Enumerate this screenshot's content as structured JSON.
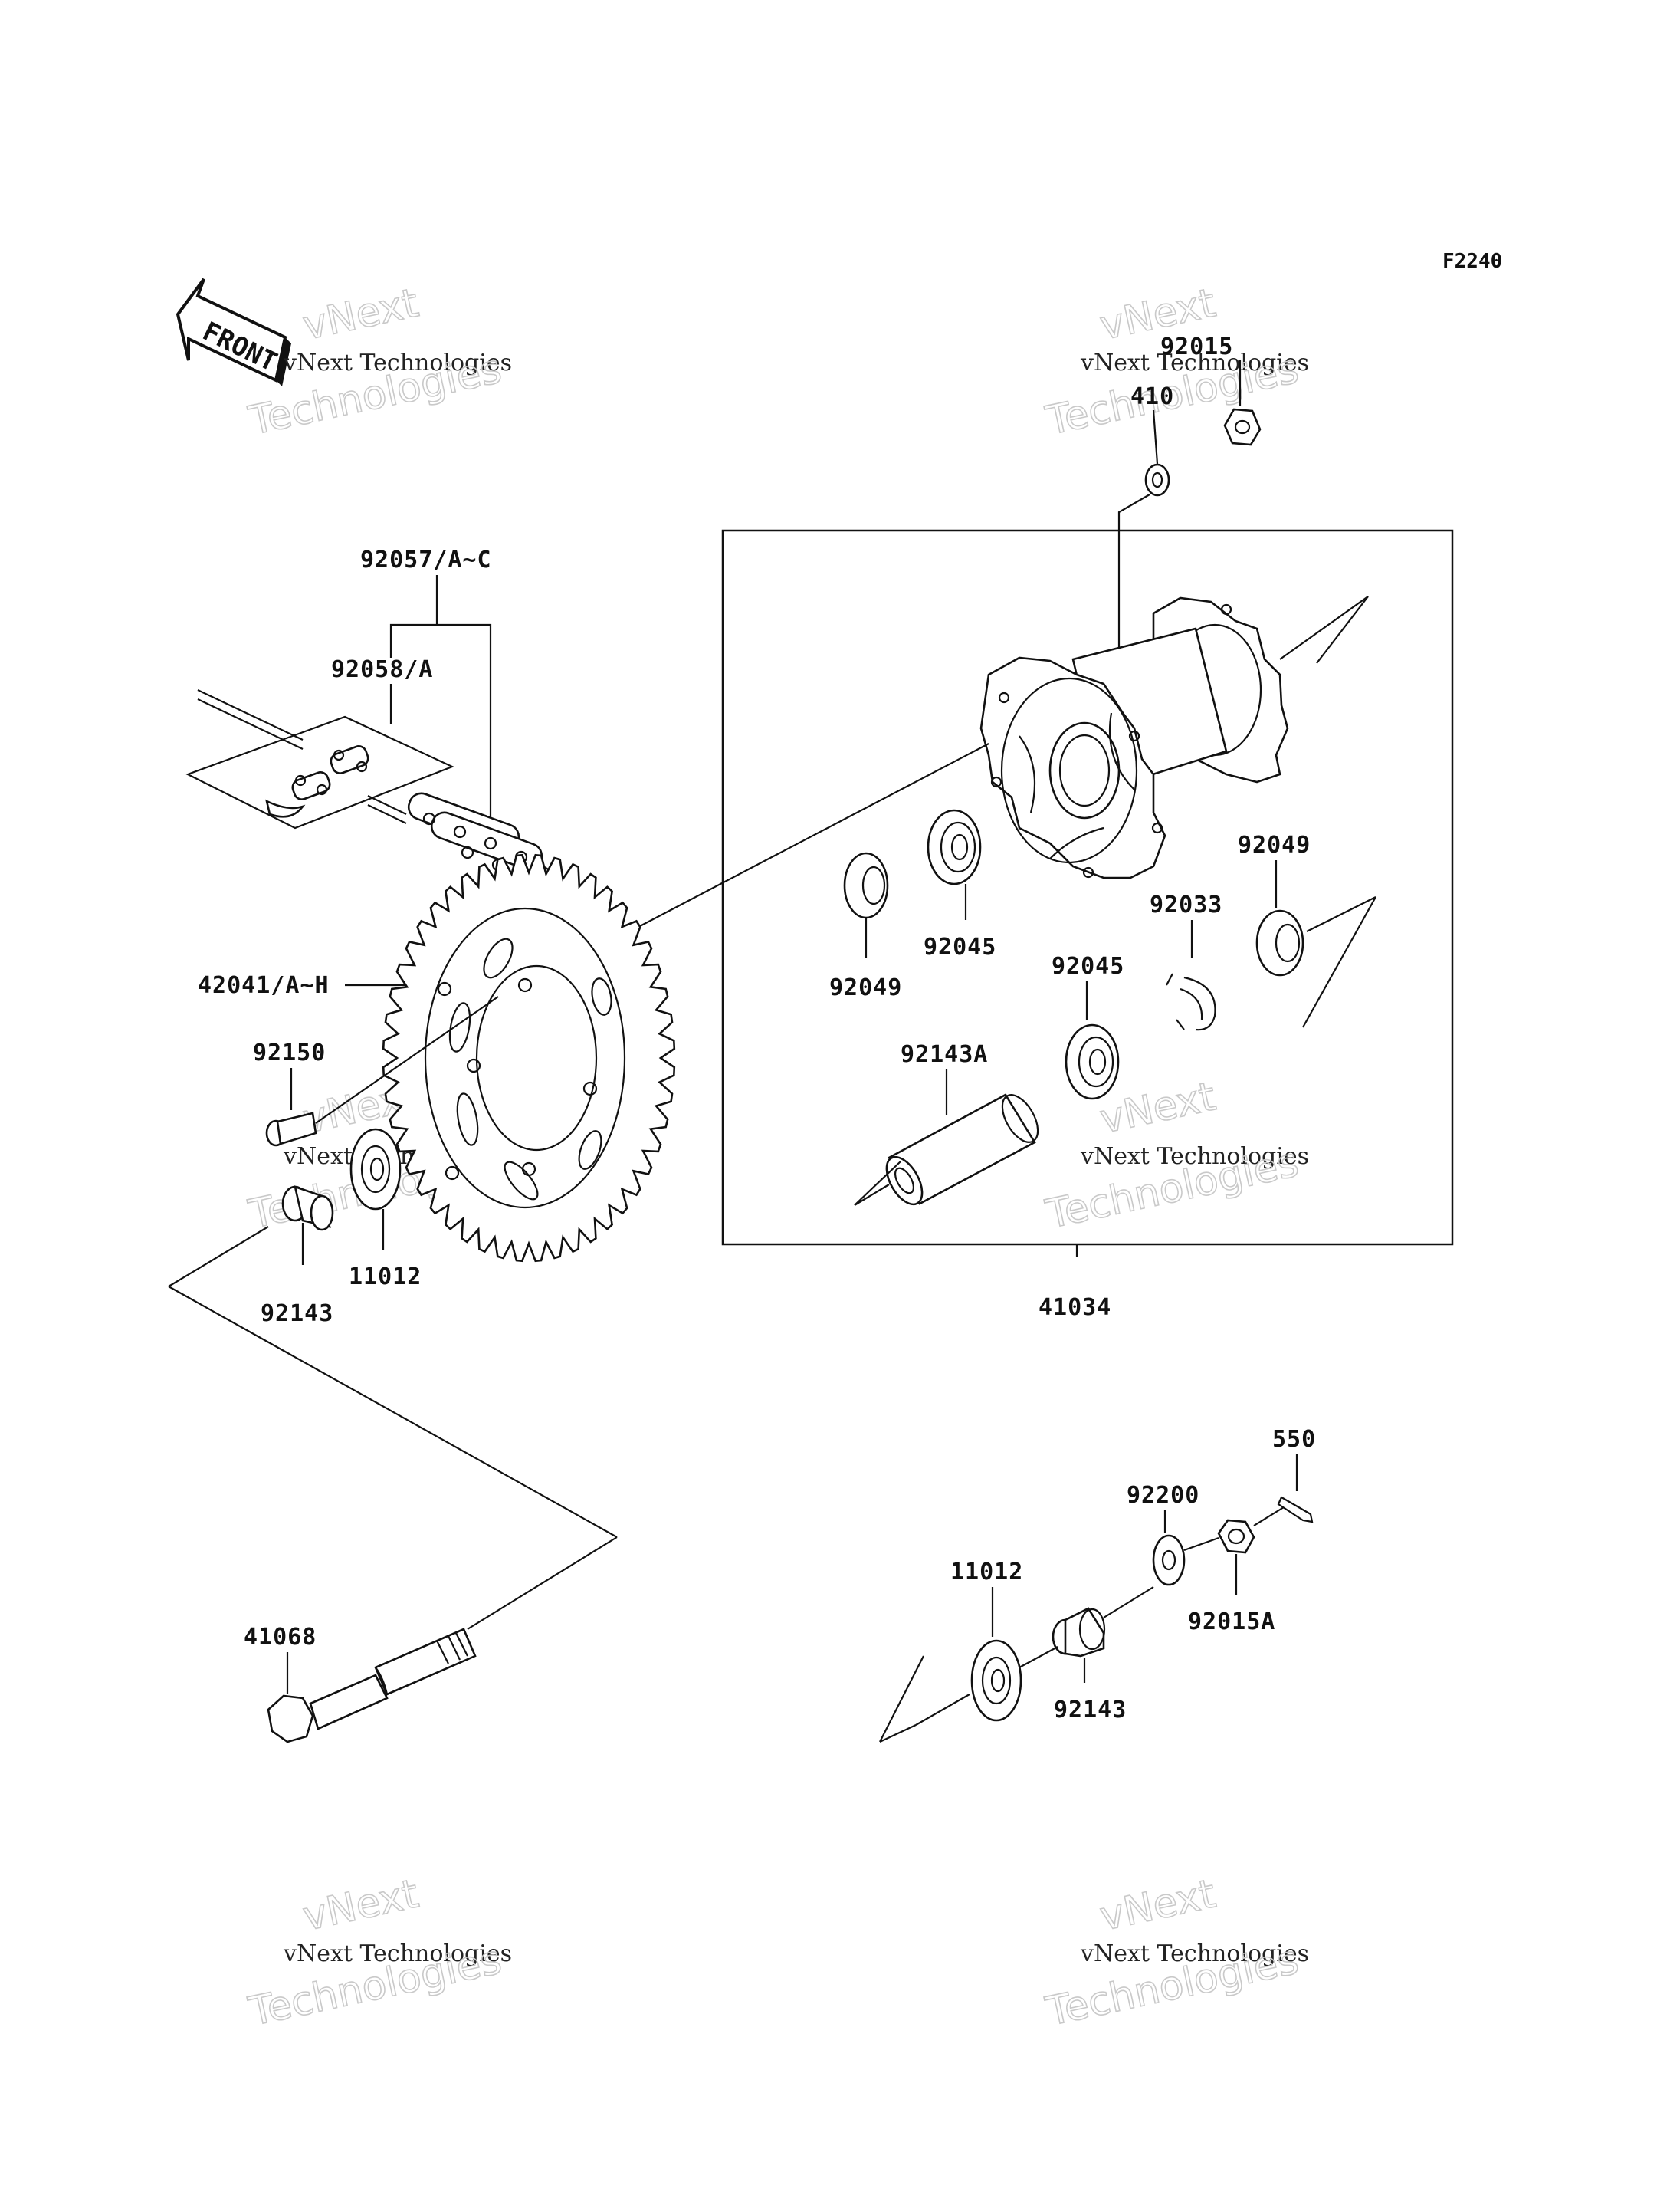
{
  "diagram_code": "F2240",
  "front_label": "FRONT",
  "watermarks": [
    {
      "line1": "vNext",
      "line2": "vNext Technologies",
      "line3": "Technologies"
    },
    {
      "line1": "vNext",
      "line2": "vNext Technologies",
      "line3": "Technologies"
    },
    {
      "line1": "vNext",
      "line2": "vNext Technologies",
      "line3": "Technologies"
    },
    {
      "line1": "vNext",
      "line2": "vNext Technologies",
      "line3": "Technologies"
    },
    {
      "line1": "vNext",
      "line2": "vNext Technologies",
      "line3": "Technologies"
    },
    {
      "line1": "vNext",
      "line2": "vNext Technologies",
      "line3": "Technologies"
    }
  ],
  "parts": {
    "p92015": "92015",
    "p410": "410",
    "p92057": "92057/A~C",
    "p92058": "92058/A",
    "p42041": "42041/A~H",
    "p92150": "92150",
    "p11012a": "11012",
    "p92143a": "92143",
    "p92049a": "92049",
    "p92045a": "92045",
    "p92049b": "92049",
    "p92033": "92033",
    "p92045b": "92045",
    "p92143A": "92143A",
    "p41034": "41034",
    "p550": "550",
    "p92200": "92200",
    "p11012b": "11012",
    "p92015A": "92015A",
    "p92143b": "92143",
    "p41068": "41068"
  }
}
